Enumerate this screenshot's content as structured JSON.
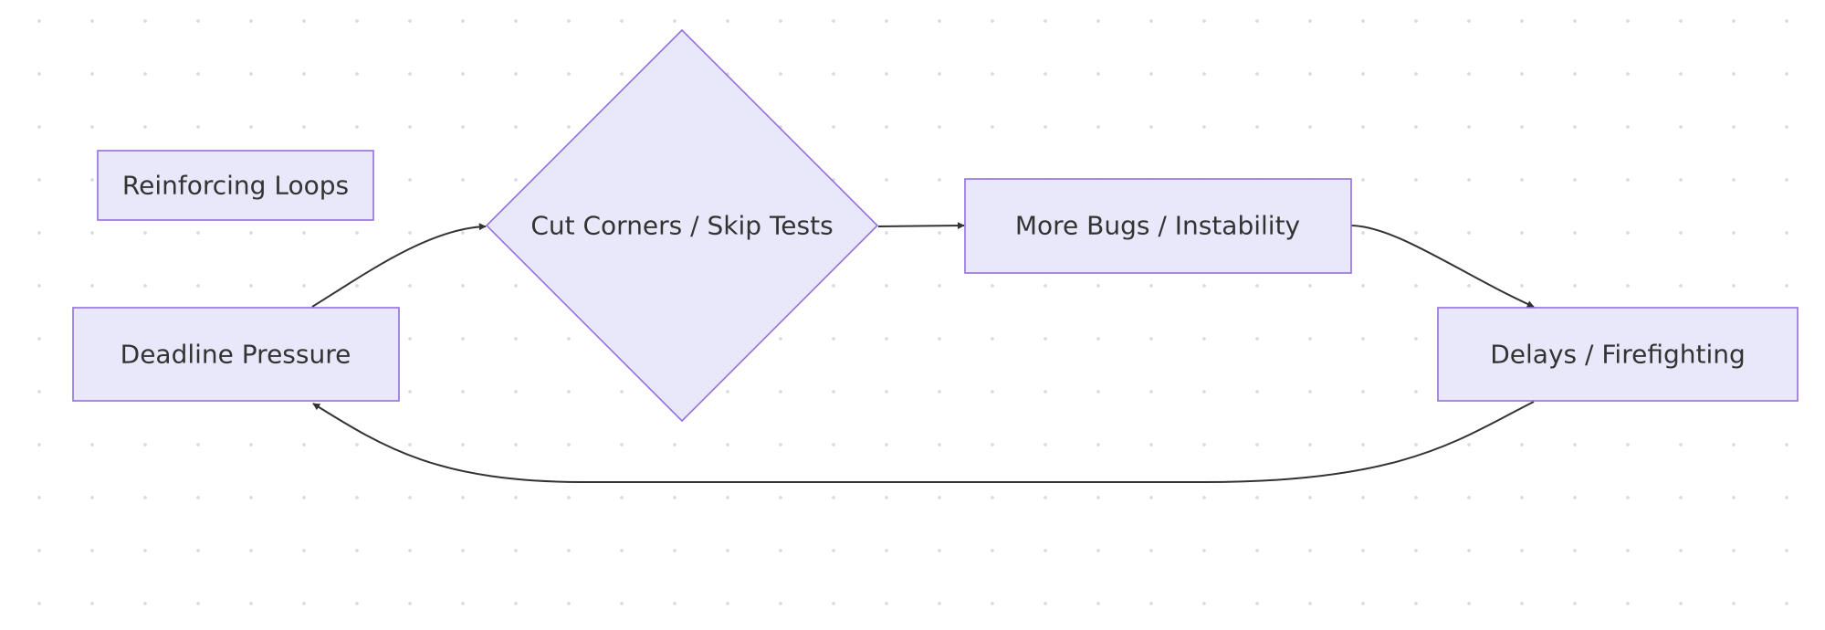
{
  "diagram": {
    "type": "flowchart",
    "theme": {
      "node_fill": "#e8e8fa",
      "node_stroke": "#9370db",
      "edge_color": "#333333",
      "text_color": "#333333",
      "background_dot_color": "#dcdcdc"
    },
    "nodes": [
      {
        "id": "loops",
        "shape": "rectangle",
        "label": "Reinforcing Loops"
      },
      {
        "id": "pressure",
        "shape": "rectangle",
        "label": "Deadline Pressure"
      },
      {
        "id": "corners",
        "shape": "diamond",
        "label": "Cut Corners / Skip Tests"
      },
      {
        "id": "bugs",
        "shape": "rectangle",
        "label": "More Bugs / Instability"
      },
      {
        "id": "delays",
        "shape": "rectangle",
        "label": "Delays / Firefighting"
      }
    ],
    "edges": [
      {
        "from": "pressure",
        "to": "corners"
      },
      {
        "from": "corners",
        "to": "bugs"
      },
      {
        "from": "bugs",
        "to": "delays"
      },
      {
        "from": "delays",
        "to": "pressure"
      }
    ]
  }
}
